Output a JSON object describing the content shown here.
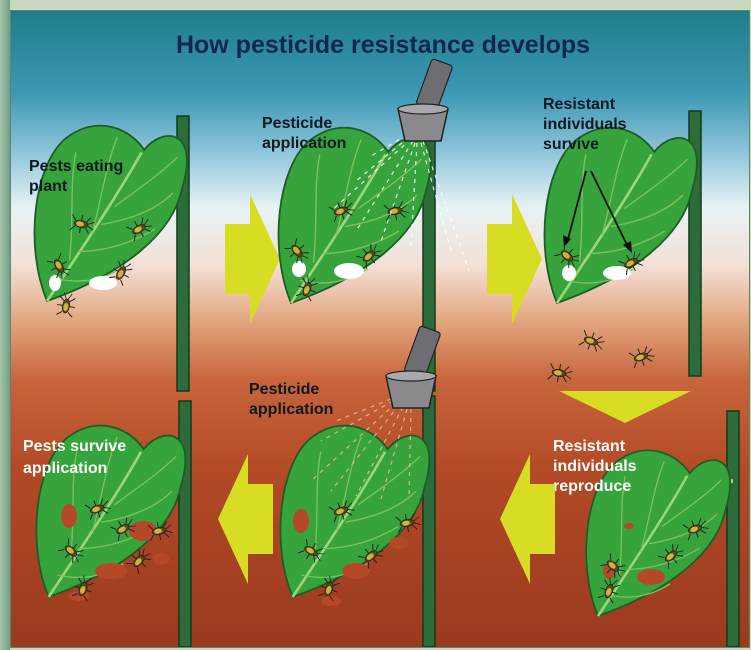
{
  "title": "How pesticide resistance develops",
  "labels": {
    "pests_eating": [
      "Pests eating",
      "plant"
    ],
    "pesticide_app_1": [
      "Pesticide",
      "application"
    ],
    "resistant_survive": [
      "Resistant",
      "individuals",
      "survive"
    ],
    "pesticide_app_2": [
      "Pesticide",
      "application"
    ],
    "pests_survive": [
      "Pests survive",
      "application"
    ],
    "resistant_reproduce": [
      "Resistant",
      "individuals",
      "reproduce"
    ]
  },
  "colors": {
    "leaf": "#37a33c",
    "leaf_vein": "#9bd67a",
    "stem": "#2e6b3a",
    "arrow": "#d8dc23",
    "title": "#14264f",
    "damage": "#b6482a"
  }
}
